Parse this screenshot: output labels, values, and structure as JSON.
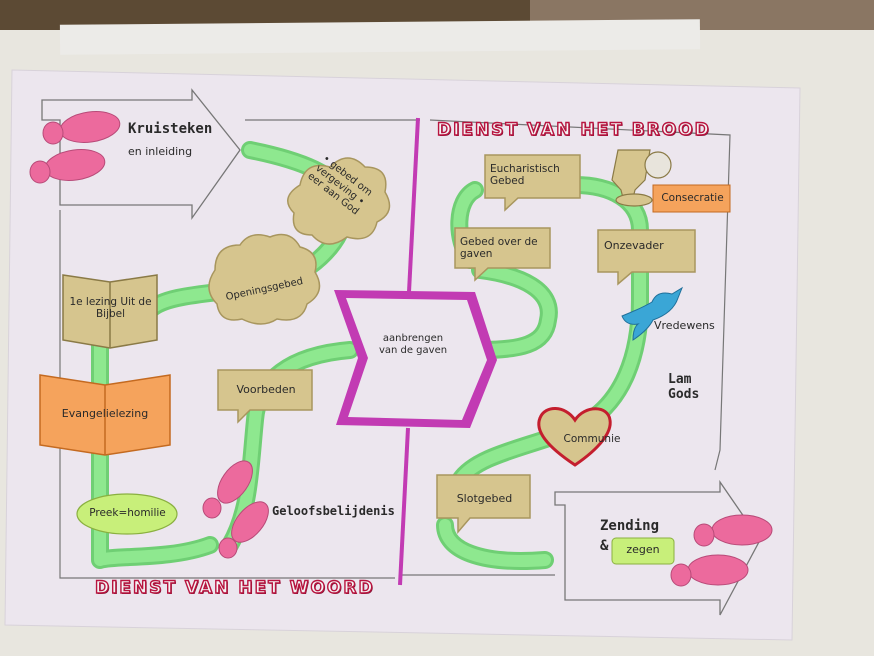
{
  "poster": {
    "title_brood": "DIENST VAN HET BROOD",
    "title_woord": "DIENST VAN HET WOORD",
    "kruisteken": "Kruisteken",
    "en_inleiding": "en inleiding",
    "gebed_vergeving": "• gebed om vergeving • eer aan God",
    "openingsgebed": "Openingsgebed",
    "lezing": "1e lezing Uit de Bijbel",
    "evangelielezing": "Evangelielezing",
    "preek": "Preek=homilie",
    "voorbeden": "Voorbeden",
    "geloofsbelijdenis": "Geloofsbelijdenis",
    "aanbrengen": "aanbrengen van de gaven",
    "eucharistisch": "Eucharistisch Gebed",
    "gebed_gaven": "Gebed over de gaven",
    "consecratie": "Consecratie",
    "onzevader": "Onzevader",
    "vredewens": "Vredewens",
    "lam_gods": "Lam Gods",
    "communie": "Communie",
    "slotgebed": "Slotgebed",
    "zending": "Zending",
    "ampersand": "&",
    "zegen": "zegen"
  },
  "colors": {
    "path": "#8ee88f",
    "box": "#d6c58e",
    "pink": "#ec6a9d",
    "purple": "#c23bb3",
    "orange": "#f5a35c",
    "title_red": "#b8143f"
  }
}
